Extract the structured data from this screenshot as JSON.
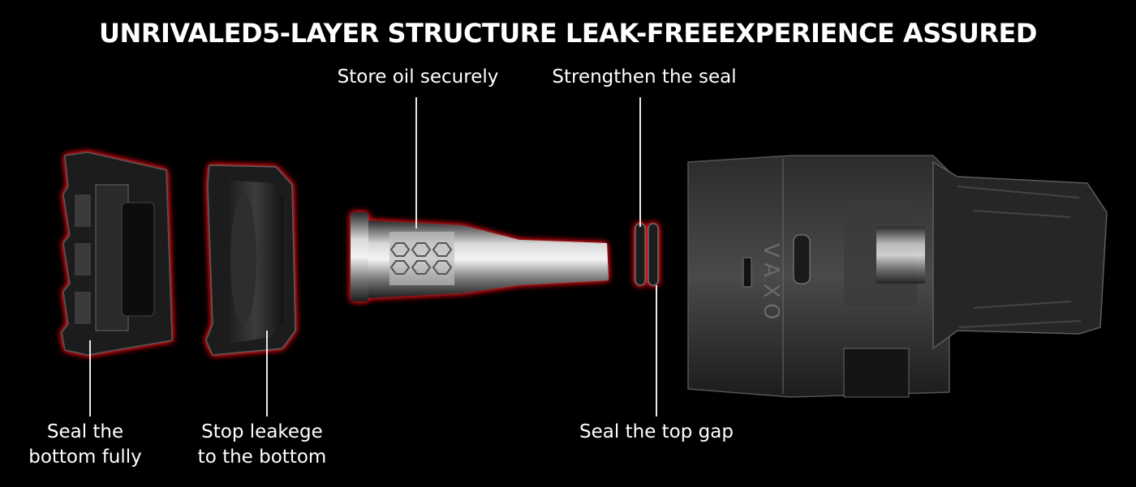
{
  "title": "UNRIVALED5-LAYER STRUCTURE LEAK-FREEEXPERIENCE ASSURED",
  "labels": {
    "store_oil": "Store oil securely",
    "strengthen_seal": "Strengthen the seal",
    "seal_bottom_line1": "Seal the",
    "seal_bottom_line2": "bottom fully",
    "stop_leakage_line1": "Stop leakege",
    "stop_leakage_line2": "to the bottom",
    "seal_top_gap": "Seal the top gap"
  },
  "brand_mark": "VAXO",
  "colors": {
    "background": "#000000",
    "glow": "#e0141e",
    "text": "#ffffff"
  }
}
